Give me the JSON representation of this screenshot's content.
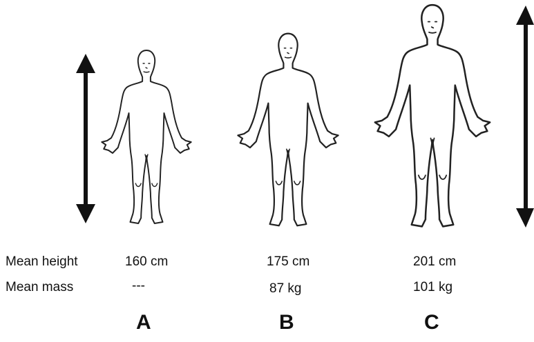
{
  "row_labels": {
    "height": "Mean height",
    "mass": "Mean mass"
  },
  "figures": [
    {
      "id": "A",
      "label": "A",
      "height": "160 cm",
      "mass": "---"
    },
    {
      "id": "B",
      "label": "B",
      "height": "175 cm",
      "mass": "87 kg"
    },
    {
      "id": "C",
      "label": "C",
      "height": "201 cm",
      "mass": "101 kg"
    }
  ],
  "arrows": [
    {
      "meaning": "height of figure A",
      "direction": "vertical-double"
    },
    {
      "meaning": "height of figure C",
      "direction": "vertical-double"
    }
  ],
  "colors": {
    "ink": "#111111",
    "background": "#ffffff"
  }
}
